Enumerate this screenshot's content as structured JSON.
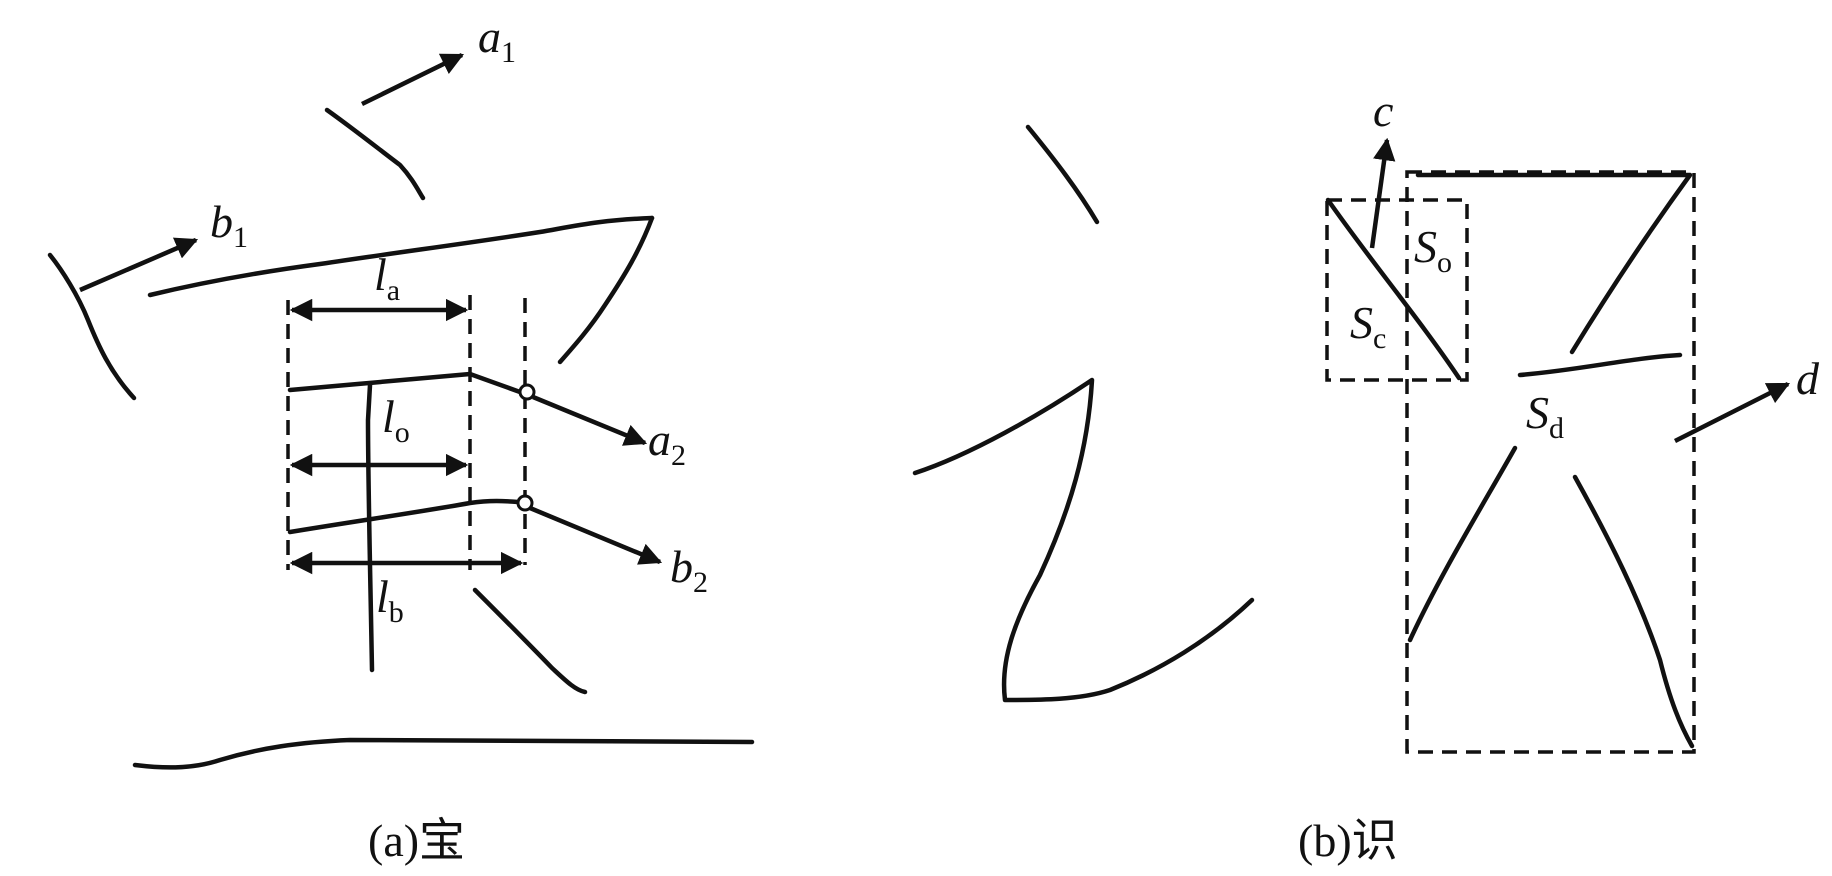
{
  "panel_a": {
    "caption": "(a)宝",
    "labels": {
      "a1": {
        "base": "a",
        "sub": "1"
      },
      "a2": {
        "base": "a",
        "sub": "2"
      },
      "b1": {
        "base": "b",
        "sub": "1"
      },
      "b2": {
        "base": "b",
        "sub": "2"
      },
      "la": {
        "base": "l",
        "sub": "a"
      },
      "lo": {
        "base": "l",
        "sub": "o"
      },
      "lb": {
        "base": "l",
        "sub": "b"
      }
    }
  },
  "panel_b": {
    "caption": "(b)识",
    "labels": {
      "c": {
        "base": "c",
        "sub": ""
      },
      "d": {
        "base": "d",
        "sub": ""
      },
      "So": {
        "base": "S",
        "sub": "o"
      },
      "Sc": {
        "base": "S",
        "sub": "c"
      },
      "Sd": {
        "base": "S",
        "sub": "d"
      }
    }
  }
}
